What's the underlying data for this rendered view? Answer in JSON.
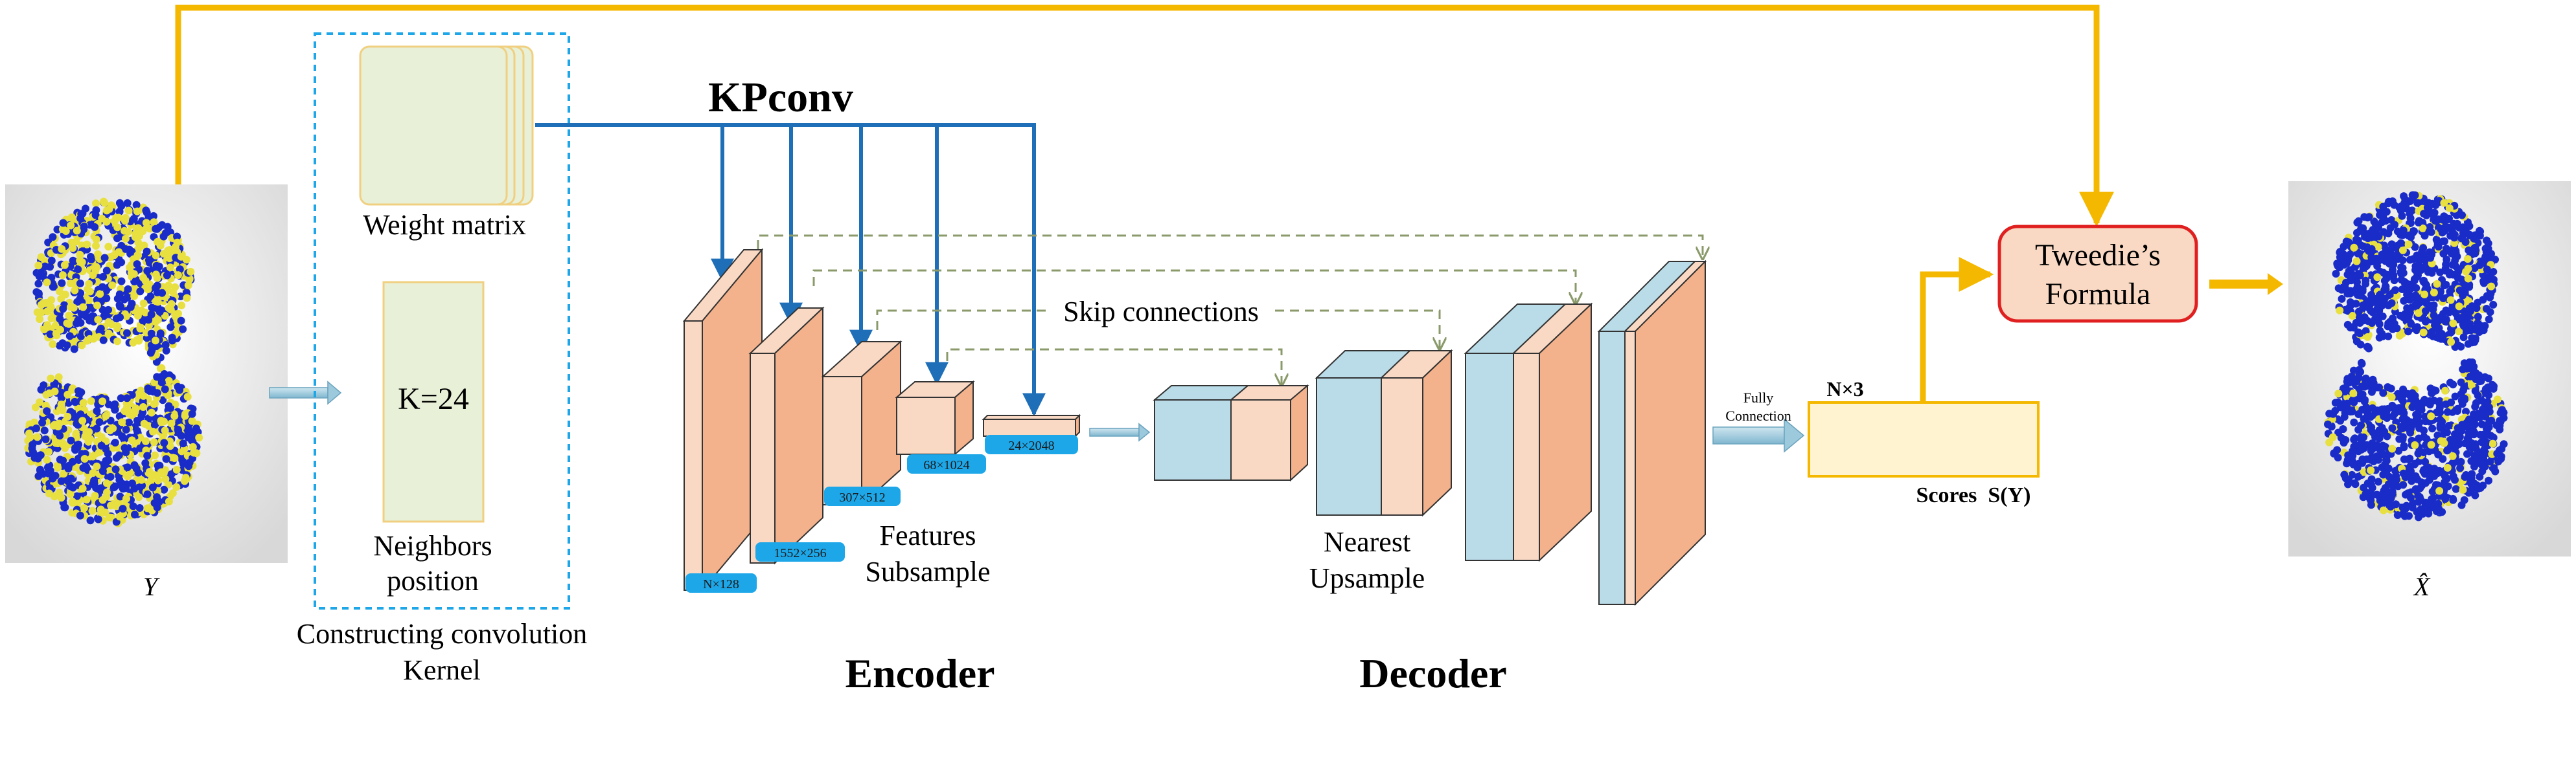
{
  "labels": {
    "input_symbol": "Y",
    "output_symbol": "X̂",
    "weight_matrix": "Weight matrix",
    "kernel_k": "K=24",
    "neighbors_position_line1": "Neighbors",
    "neighbors_position_line2": "position",
    "constructing_line1": "Constructing convolution",
    "constructing_line2": "Kernel",
    "kpconv": "KPconv",
    "skip_connections": "Skip connections",
    "features_line1": "Features",
    "features_line2": "Subsample",
    "nearest_line1": "Nearest",
    "nearest_line2": "Upsample",
    "encoder": "Encoder",
    "decoder": "Decoder",
    "fully_line1": "Fully",
    "fully_line2": "Connection",
    "n_times_3": "N×3",
    "scores": "Scores  S(Y)",
    "tweedie_line1": "Tweedie’s",
    "tweedie_line2": "Formula"
  },
  "encoder_dims": [
    "N×128",
    "1552×256",
    "307×512",
    "68×1024",
    "24×2048"
  ],
  "colors": {
    "main_flow": "#F5B800",
    "kpconv_arrow": "#1E6FB8",
    "encoder_front": "#F4B28C",
    "encoder_light": "#FAD9C4",
    "decoder_blue": "#B9DCE8",
    "dim_badge": "#1EA7E8",
    "kernel_box_border": "#1EA7E8",
    "weight_matrix_fill": "#E8F0D8",
    "scores_fill": "#FFF3D0",
    "scores_border": "#F5B800",
    "tweedie_fill": "#F9D9C4",
    "tweedie_border": "#E02020",
    "point_blue": "#1A2CC8",
    "point_yellow": "#E8E040"
  }
}
